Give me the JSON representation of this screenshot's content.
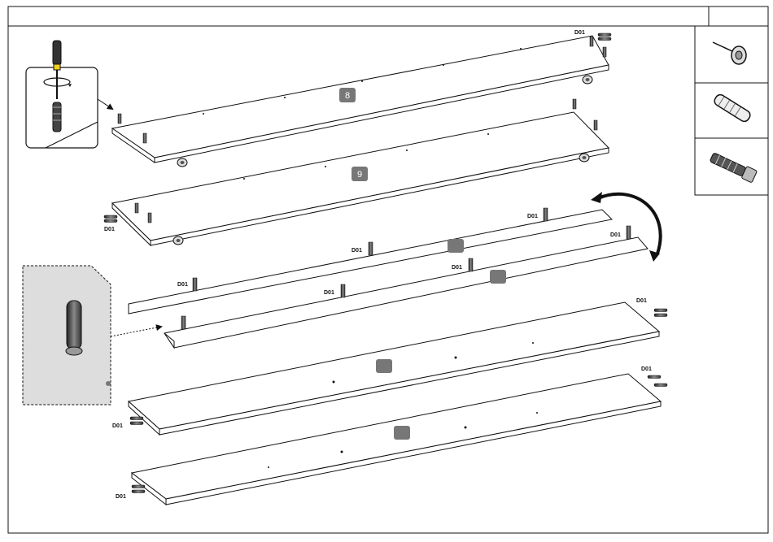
{
  "header": {
    "title": "",
    "page": ""
  },
  "panels": {
    "top_panel": {
      "number": "8"
    },
    "second_panel": {
      "number": "9"
    },
    "shelf_front": {
      "number": ""
    },
    "shelf_back": {
      "number": ""
    },
    "side_upper": {
      "number": ""
    },
    "side_lower": {
      "number": ""
    }
  },
  "hardware": {
    "dowel_code": "D01"
  },
  "icons": {
    "parts": [
      "cam-screw-icon",
      "wooden-dowel-icon",
      "plastic-anchor-icon"
    ],
    "tools": [
      "screwdriver-icon",
      "rotate-arrow-icon",
      "flip-arrow-icon"
    ]
  },
  "colors": {
    "line": "#111111",
    "badge": "#777777",
    "inset_fill": "#dddddd"
  }
}
